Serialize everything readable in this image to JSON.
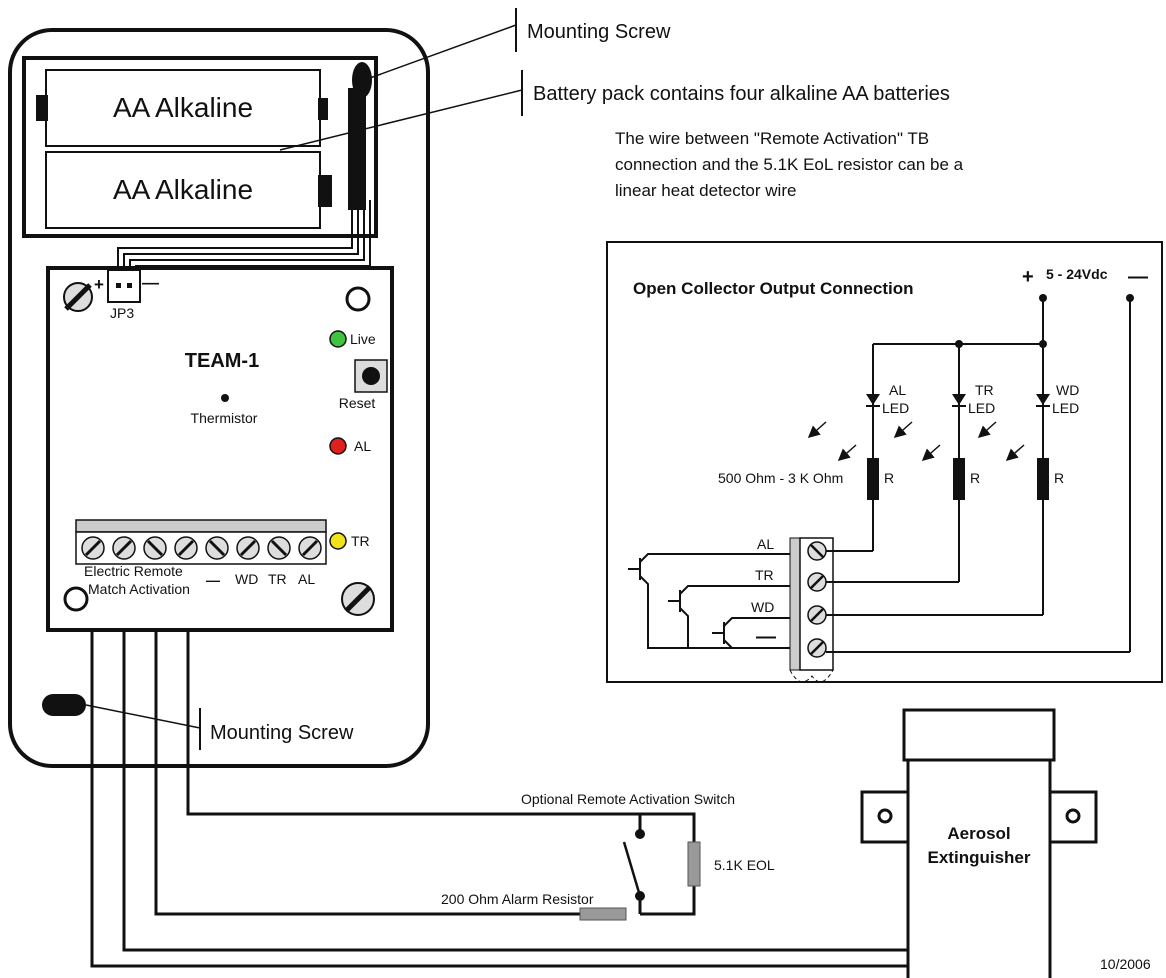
{
  "callouts": {
    "mounting_screw_top": "Mounting Screw",
    "battery_pack": "Battery pack contains four alkaline AA batteries",
    "mounting_screw_bottom": "Mounting Screw"
  },
  "note": {
    "line1": "The wire between \"Remote Activation\" TB",
    "line2": "connection and the 5.1K EoL resistor can be a",
    "line3": "linear heat detector wire"
  },
  "battery": {
    "cell1": "AA Alkaline",
    "cell2": "AA Alkaline"
  },
  "board": {
    "jumper_label": "JP3",
    "plus_sign": "+",
    "minus_sign": "—",
    "title": "TEAM-1",
    "thermistor_label": "Thermistor",
    "live_label": "Live",
    "reset_label": "Reset",
    "al_label": "AL",
    "tr_label": "TR",
    "terminal_row1": "Electric  Remote",
    "terminal_row2": "Match  Activation",
    "terminal_minus": "—",
    "terminal_wd": "WD",
    "terminal_tr": "TR",
    "terminal_al": "AL"
  },
  "oc_panel": {
    "title": "Open Collector Output Connection",
    "plus": "+",
    "supply": "5 - 24Vdc",
    "minus": "—",
    "led_al_1": "AL",
    "led_al_2": "LED",
    "led_tr_1": "TR",
    "led_tr_2": "LED",
    "led_wd_1": "WD",
    "led_wd_2": "LED",
    "resistor_range": "500 Ohm - 3 K Ohm",
    "r1": "R",
    "r2": "R",
    "r3": "R",
    "out_al": "AL",
    "out_tr": "TR",
    "out_wd": "WD",
    "out_gnd": "—"
  },
  "wiring": {
    "switch_label": "Optional Remote Activation Switch",
    "eol_label": "5.1K EOL",
    "alarm_resistor_label": "200 Ohm Alarm Resistor"
  },
  "extinguisher": {
    "line1": "Aerosol",
    "line2": "Extinguisher"
  },
  "date": "10/2006"
}
